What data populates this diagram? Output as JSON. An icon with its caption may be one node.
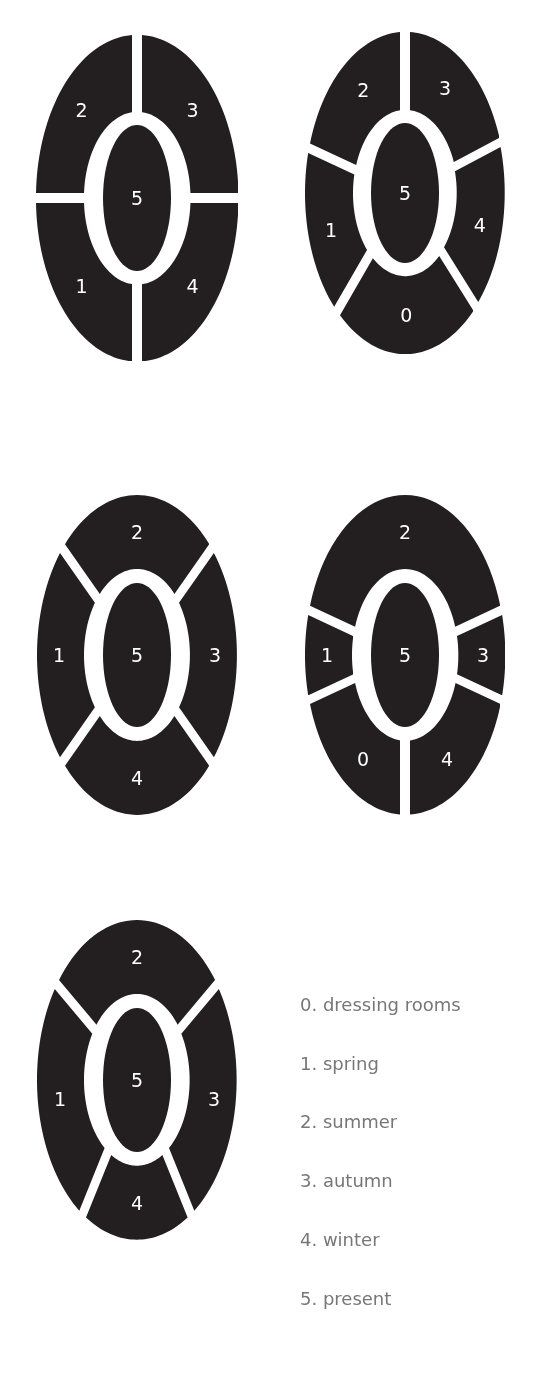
{
  "diagram": {
    "nodes": [
      {
        "text": [
          "2"
        ]
      },
      {
        "text": [
          "3"
        ]
      },
      {
        "text": [
          "5"
        ]
      },
      {
        "text": [
          "1"
        ]
      },
      {
        "text": [
          "4"
        ]
      },
      {
        "text": [
          "2"
        ]
      },
      {
        "text": [
          "3"
        ]
      },
      {
        "text": [
          "1"
        ]
      },
      {
        "text": [
          "5"
        ]
      },
      {
        "text": [
          "4"
        ]
      },
      {
        "text": [
          "0"
        ]
      },
      {
        "text": [
          "2"
        ]
      },
      {
        "text": [
          "1"
        ]
      },
      {
        "text": [
          "5"
        ]
      },
      {
        "text": [
          "3"
        ]
      },
      {
        "text": [
          "4"
        ]
      },
      {
        "text": [
          "2"
        ]
      },
      {
        "text": [
          "1"
        ]
      },
      {
        "text": [
          "5"
        ]
      },
      {
        "text": [
          "3"
        ]
      },
      {
        "text": [
          "0"
        ]
      },
      {
        "text": [
          "4"
        ]
      },
      {
        "text": [
          "2"
        ]
      },
      {
        "text": [
          "1"
        ]
      },
      {
        "text": [
          "5"
        ]
      },
      {
        "text": [
          "3"
        ]
      },
      {
        "text": [
          "4"
        ]
      }
    ],
    "labels": [
      "0. dressing rooms",
      "1. spring",
      "2. summer",
      "3. autumn",
      "4. winter",
      "5. present"
    ]
  }
}
